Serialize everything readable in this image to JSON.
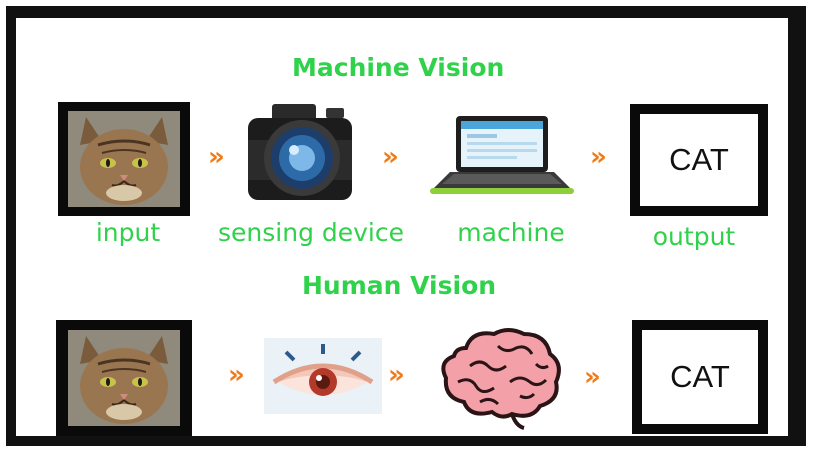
{
  "machine": {
    "heading": "Machine  Vision",
    "steps": {
      "input": "input",
      "sensing": "sensing device",
      "machine": "machine",
      "output": "output"
    },
    "result": "CAT"
  },
  "human": {
    "heading": "Human Vision",
    "result": "CAT"
  },
  "arrow_glyph": "»",
  "colors": {
    "heading": "#2fd24a",
    "arrow": "#f07b18",
    "frame": "#111111"
  },
  "icons": [
    "cat-photo",
    "camera-icon",
    "laptop-icon",
    "eye-icon",
    "brain-icon"
  ]
}
